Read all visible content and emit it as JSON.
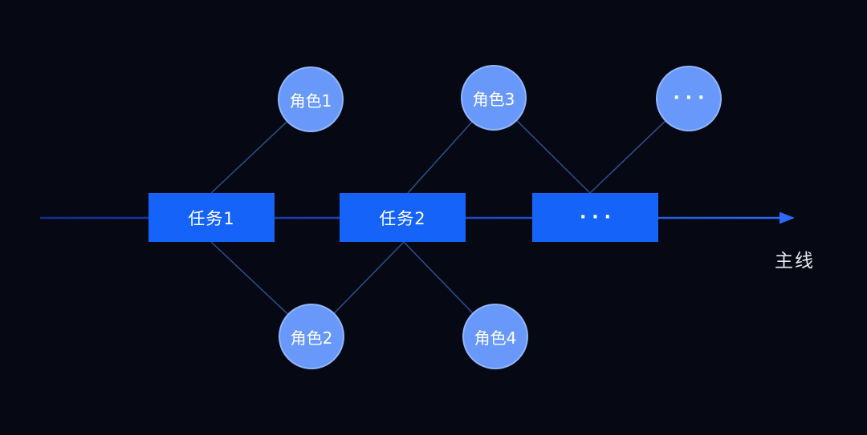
{
  "diagram": {
    "title": "task-role flow on a main timeline",
    "main_line_label": "主线",
    "tasks": [
      {
        "id": "task-1",
        "label": "任务1"
      },
      {
        "id": "task-2",
        "label": "任务2"
      },
      {
        "id": "task-more",
        "label": "···",
        "is_ellipsis": true
      }
    ],
    "roles": [
      {
        "id": "role-1",
        "label": "角色1",
        "position": "top"
      },
      {
        "id": "role-2",
        "label": "角色2",
        "position": "bottom"
      },
      {
        "id": "role-3",
        "label": "角色3",
        "position": "top"
      },
      {
        "id": "role-4",
        "label": "角色4",
        "position": "bottom"
      },
      {
        "id": "role-more",
        "label": "···",
        "position": "top",
        "is_ellipsis": true
      }
    ],
    "edges": [
      {
        "from": "role-1",
        "to": "task-1"
      },
      {
        "from": "task-1",
        "to": "role-2"
      },
      {
        "from": "role-2",
        "to": "task-2"
      },
      {
        "from": "role-3",
        "to": "task-2"
      },
      {
        "from": "role-3",
        "to": "task-more"
      },
      {
        "from": "task-2",
        "to": "role-4"
      },
      {
        "from": "role-more",
        "to": "task-more"
      }
    ],
    "colors": {
      "background": "#060913",
      "task_fill": "#1563f8",
      "role_fill": "#6899fa",
      "role_border": "#9db9fb",
      "connector_line": "#2a5190",
      "mainline_dark": "#132e95",
      "mainline_bright": "#2e68f6",
      "text": "#ffffff",
      "label_text": "#e9ebf2"
    }
  }
}
